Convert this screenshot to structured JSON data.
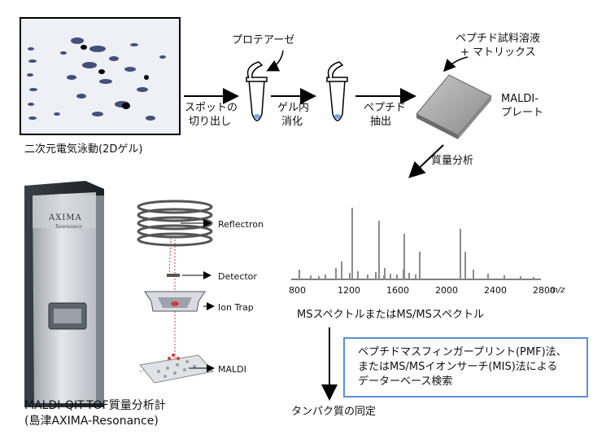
{
  "workflow": {
    "gel_caption": "二次元電気泳動(2Dゲル)",
    "protease_label": "プロテアーゼ",
    "sample_label_line1": "ペプチド試料溶液",
    "sample_label_line2": "+ マトリックス",
    "step1_line1": "スポットの",
    "step1_line2": "切り出し",
    "step2_line1": "ゲル内",
    "step2_line2": "消化",
    "step3_line1": "ペプチド",
    "step3_line2": "抽出",
    "plate_line1": "MALDI-",
    "plate_line2": "プレート",
    "mass_analysis_label": "質量分析"
  },
  "instrument": {
    "brand": "AXIMA",
    "sub_brand": "Resonance",
    "parts": {
      "reflectron": "Reflectron",
      "detector": "Detector",
      "ion_trap": "Ion Trap",
      "maldi": "MALDI"
    },
    "caption_line1": "MALDI-QIT-TOF質量分析計",
    "caption_line2": "(島津AXIMA-Resonance)"
  },
  "spectrum": {
    "x_ticks": [
      "800",
      "1200",
      "1600",
      "2000",
      "2400",
      "2800"
    ],
    "x_unit": "m/z",
    "caption": "MSスペクトルまたはMS/MSスペクトル"
  },
  "search": {
    "line1": "ペプチドマスフィンガープリント(PMF)法、",
    "line2": "またはMS/MSイオンサーチ(MIS)法による",
    "line3": "データーベース検索"
  },
  "result_label": "タンパク質の同定",
  "colors": {
    "box_border": "#5b8fd6",
    "spectrum_peak": "#8c8c8c",
    "laser": "#d43b3b"
  }
}
